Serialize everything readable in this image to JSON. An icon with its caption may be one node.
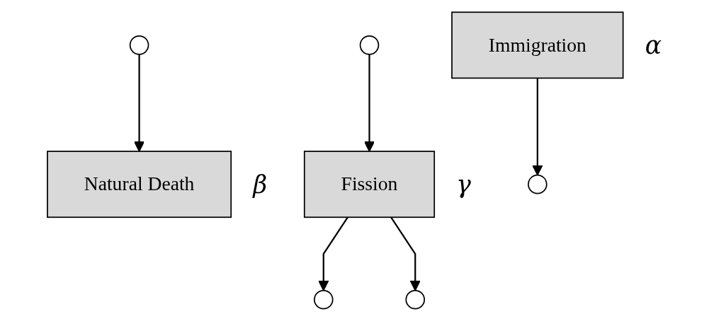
{
  "diagram": {
    "nodes": [
      {
        "text": [],
        "shape": "circle"
      },
      {
        "text": [],
        "shape": "circle"
      },
      {
        "text": [
          "Immigration"
        ],
        "beside": [
          "α"
        ]
      },
      {
        "text": [
          "Natural Death"
        ],
        "beside": [
          "β"
        ]
      },
      {
        "text": [
          "Fission"
        ],
        "beside": [
          "γ"
        ]
      },
      {
        "text": [],
        "shape": "circle"
      },
      {
        "text": [],
        "shape": "circle"
      },
      {
        "text": [],
        "shape": "circle"
      }
    ],
    "edges": [
      {
        "from": 2,
        "to": 5,
        "arrow": "to"
      },
      {
        "from": 0,
        "to": 3,
        "arrow": "to"
      },
      {
        "from": 1,
        "to": 4,
        "arrow": "to"
      },
      {
        "from": 4,
        "to": 6,
        "arrow": "to"
      },
      {
        "from": 4,
        "to": 7,
        "arrow": "to"
      }
    ]
  }
}
